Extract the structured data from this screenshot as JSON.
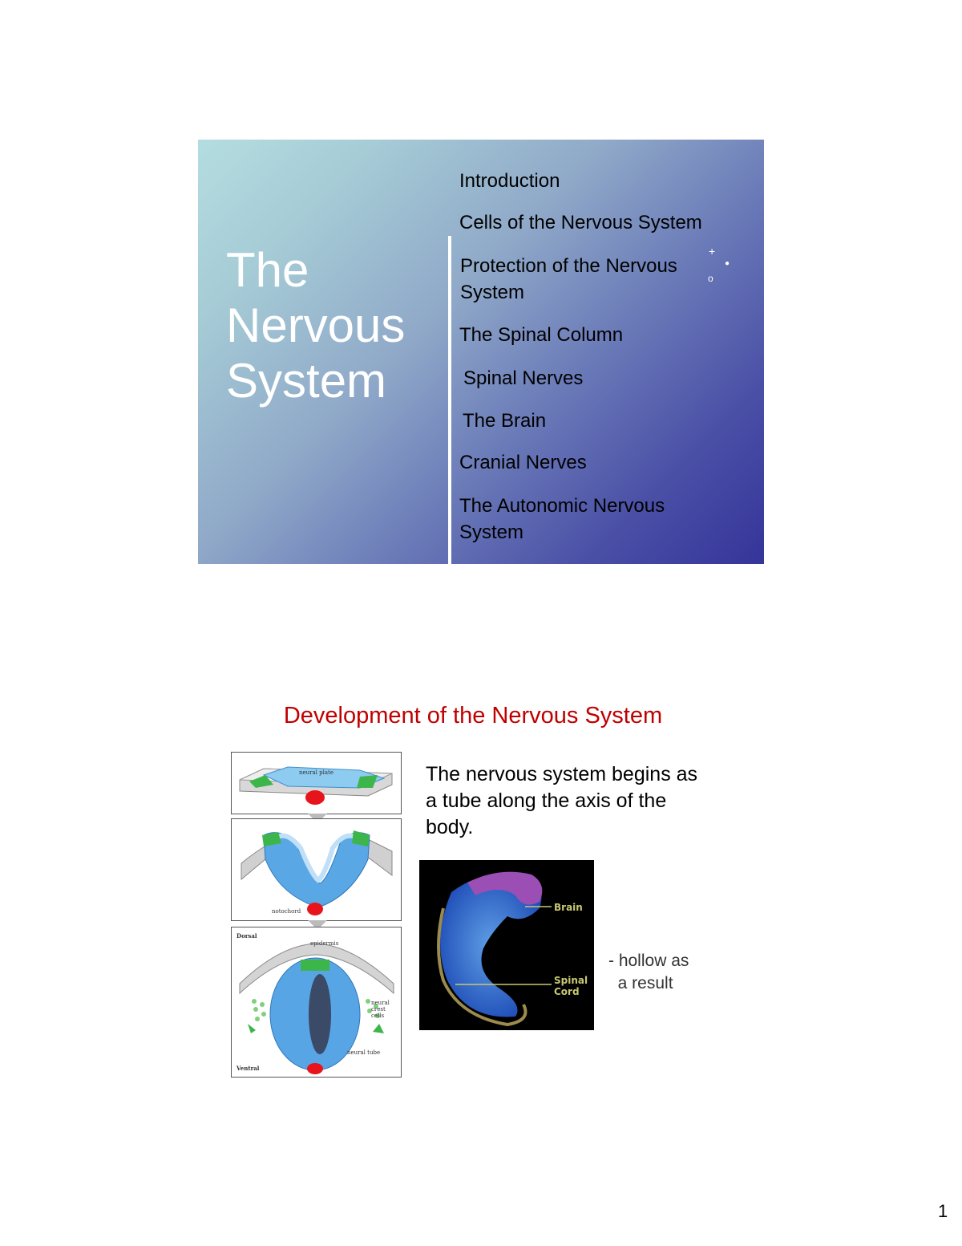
{
  "slide1": {
    "title": "The\nNervous\nSystem",
    "toc": [
      "Introduction",
      "Cells of the Nervous System",
      "Protection of the Nervous System",
      "The Spinal Column",
      "Spinal Nerves",
      "The Brain",
      "Cranial Nerves",
      "The Autonomic Nervous System"
    ]
  },
  "slide2": {
    "title": "Development of the Nervous System",
    "body": "The nervous system begins as\na tube along the axis of the\nbody.",
    "note": "- hollow as\n  a result",
    "diagram_labels": {
      "neural_plate": "neural plate",
      "notochord": "notochord",
      "dorsal": "Dorsal",
      "epidermis": "epidermis",
      "neural_crest_cells": "neural\ncrest\ncells",
      "neural_tube": "neural tube",
      "ventral": "Ventral"
    },
    "embryo_labels": {
      "brain": "Brain",
      "spinal_cord": "Spinal\nCord"
    }
  },
  "page_number": "1",
  "colors": {
    "slide2_title": "#c00000",
    "slide1_gradient_start": "#b4dde0",
    "slide1_gradient_end": "#35349a"
  }
}
